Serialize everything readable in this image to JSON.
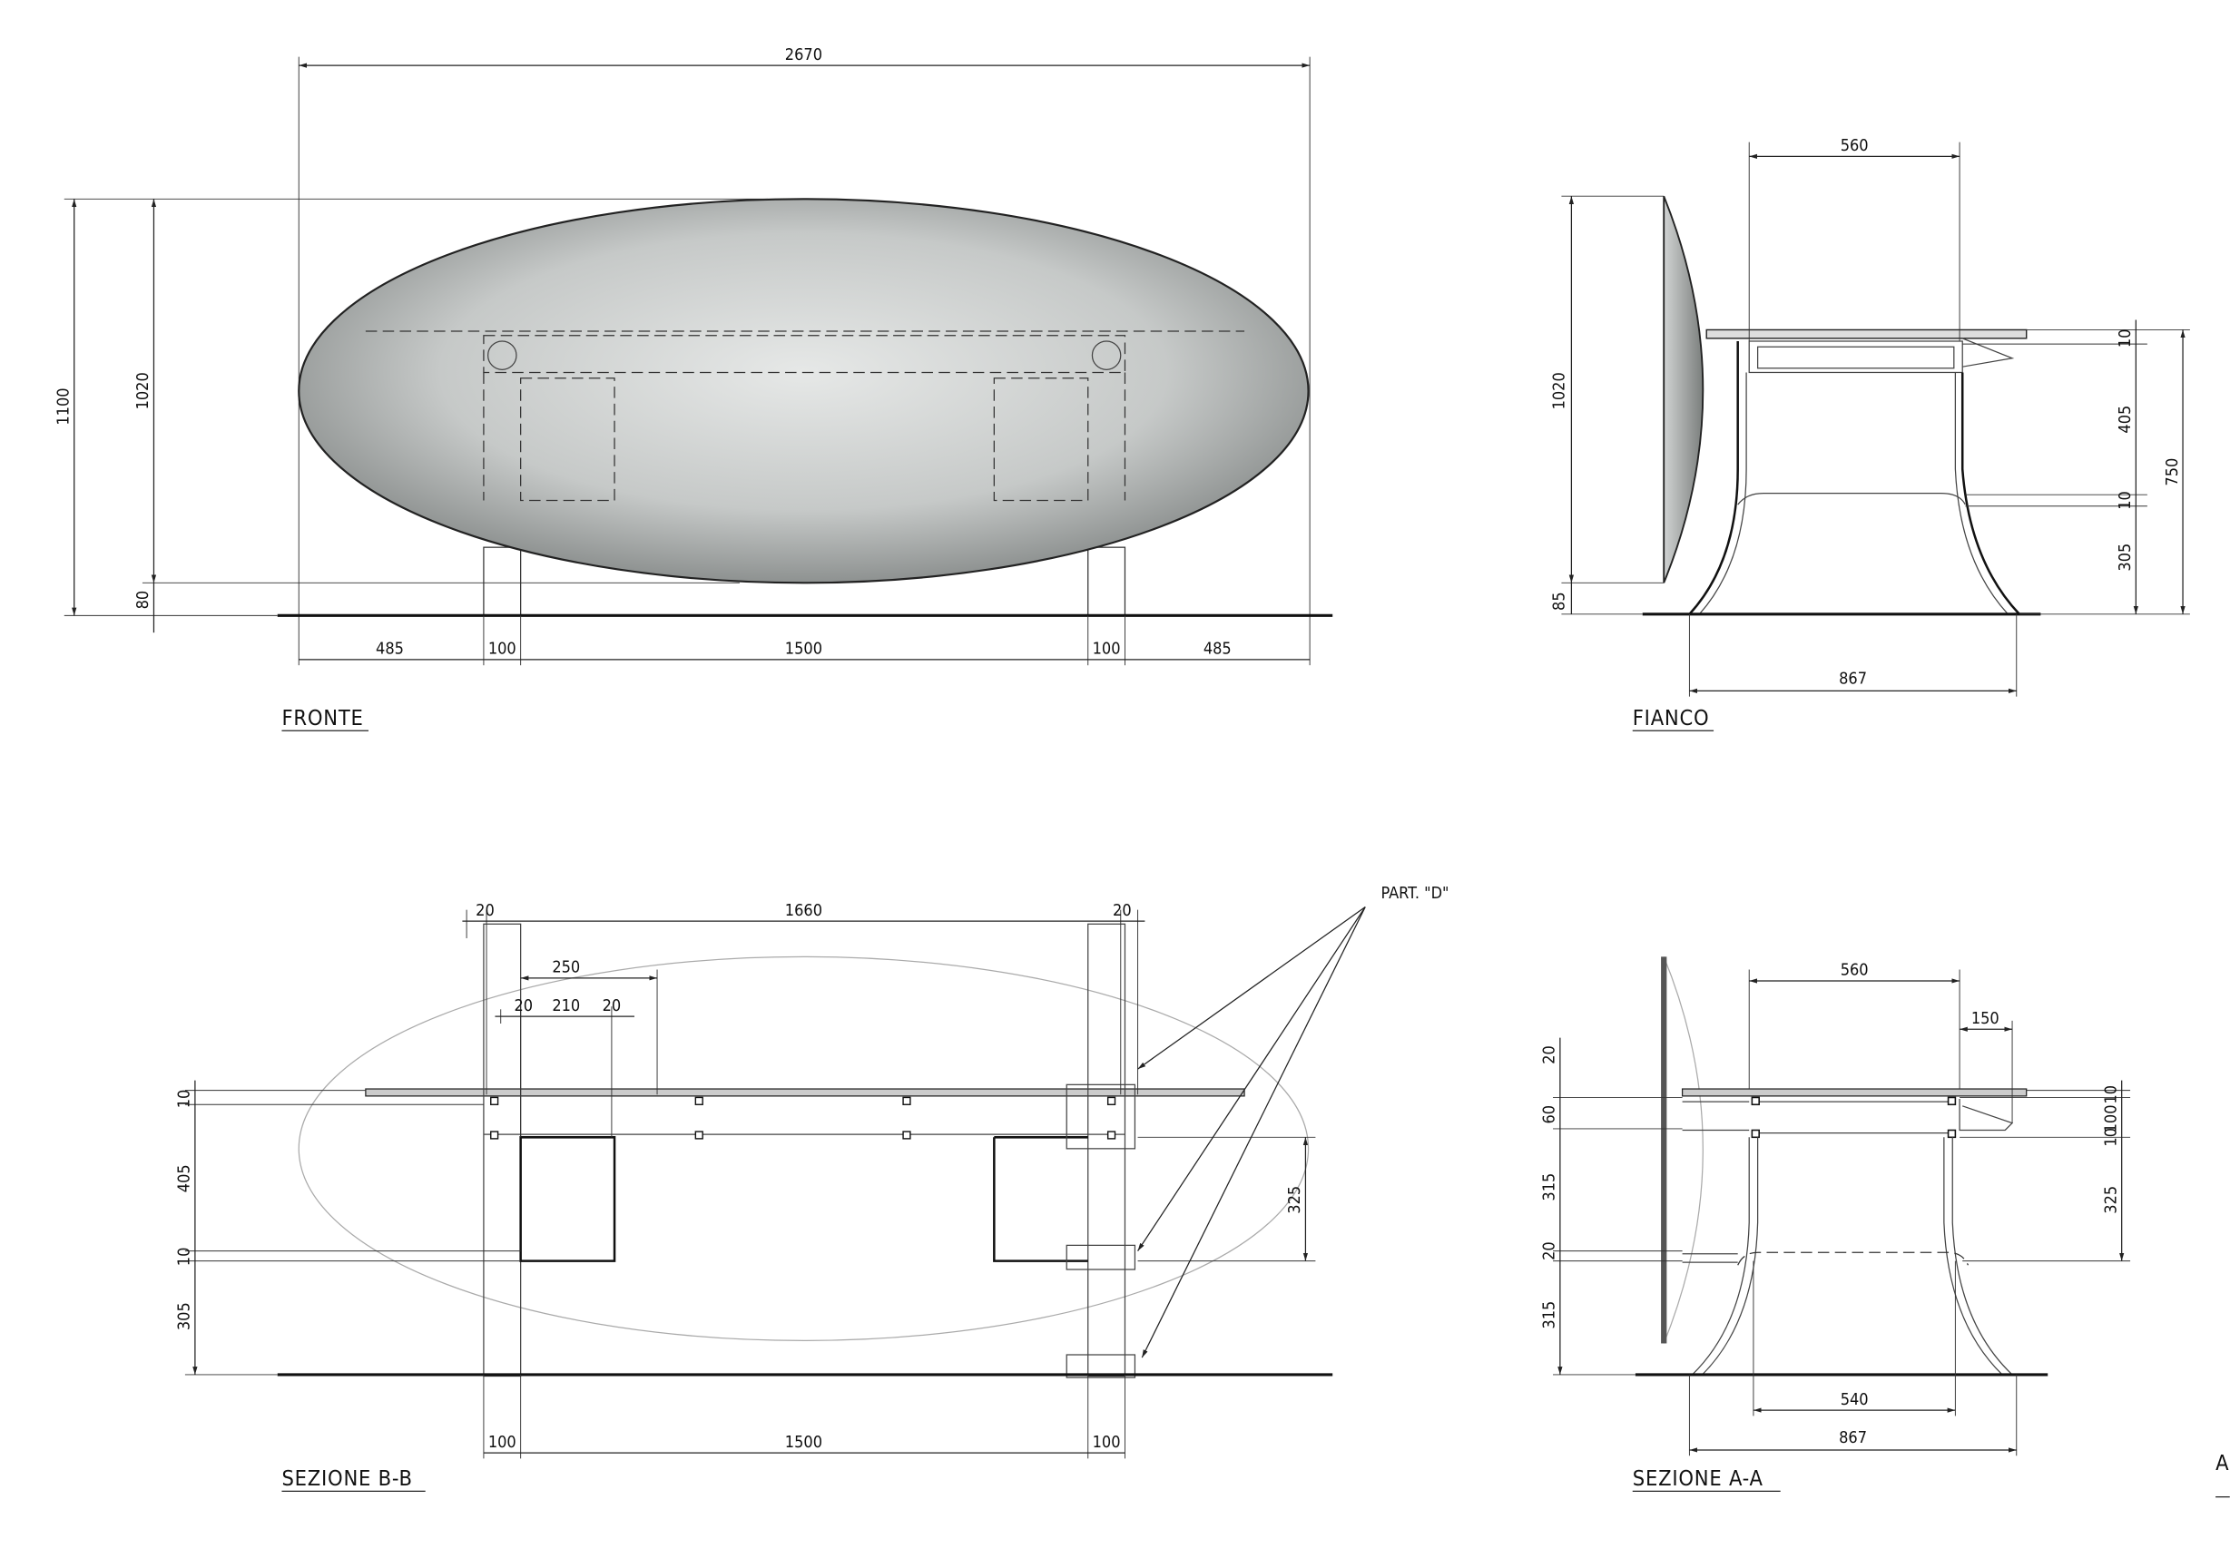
{
  "views": {
    "fronte": {
      "title": "FRONTE",
      "dims": {
        "overall_width": "2670",
        "height_total": "1100",
        "top_height": "1020",
        "clearance": "80",
        "overhang_left": "485",
        "leg_left": "100",
        "span": "1500",
        "leg_right": "100",
        "overhang_right": "485"
      }
    },
    "fianco": {
      "title": "FIANCO",
      "dims": {
        "top_width": "560",
        "top_height": "1020",
        "clearance": "85",
        "r1": "10",
        "r2": "405",
        "r3": "10",
        "r4": "305",
        "total_height": "750",
        "base_width": "867"
      }
    },
    "sezione_bb": {
      "title": "SEZIONE B-B",
      "callout": "PART. \"D\"",
      "dims": {
        "a": "20",
        "b": "1660",
        "c": "20",
        "d": "250",
        "e": "20",
        "f": "210",
        "g": "20",
        "l1": "10",
        "l2": "405",
        "l3": "10",
        "l4": "305",
        "r1": "325",
        "leg_left": "100",
        "span": "1500",
        "leg_right": "100"
      }
    },
    "sezione_aa": {
      "title": "SEZIONE A-A",
      "dims": {
        "top": "560",
        "overhang": "150",
        "l1": "20",
        "l2": "60",
        "l3": "315",
        "l4": "20",
        "l5": "315",
        "r1": "10",
        "r2": "100",
        "r3": "10",
        "r4": "325",
        "inner_base": "540",
        "base": "867"
      }
    }
  },
  "cut_off_text": "Ac",
  "colors": {
    "line": "#111111",
    "glass_dark": "#8a8d8c",
    "glass_light": "#e2e4e3"
  }
}
